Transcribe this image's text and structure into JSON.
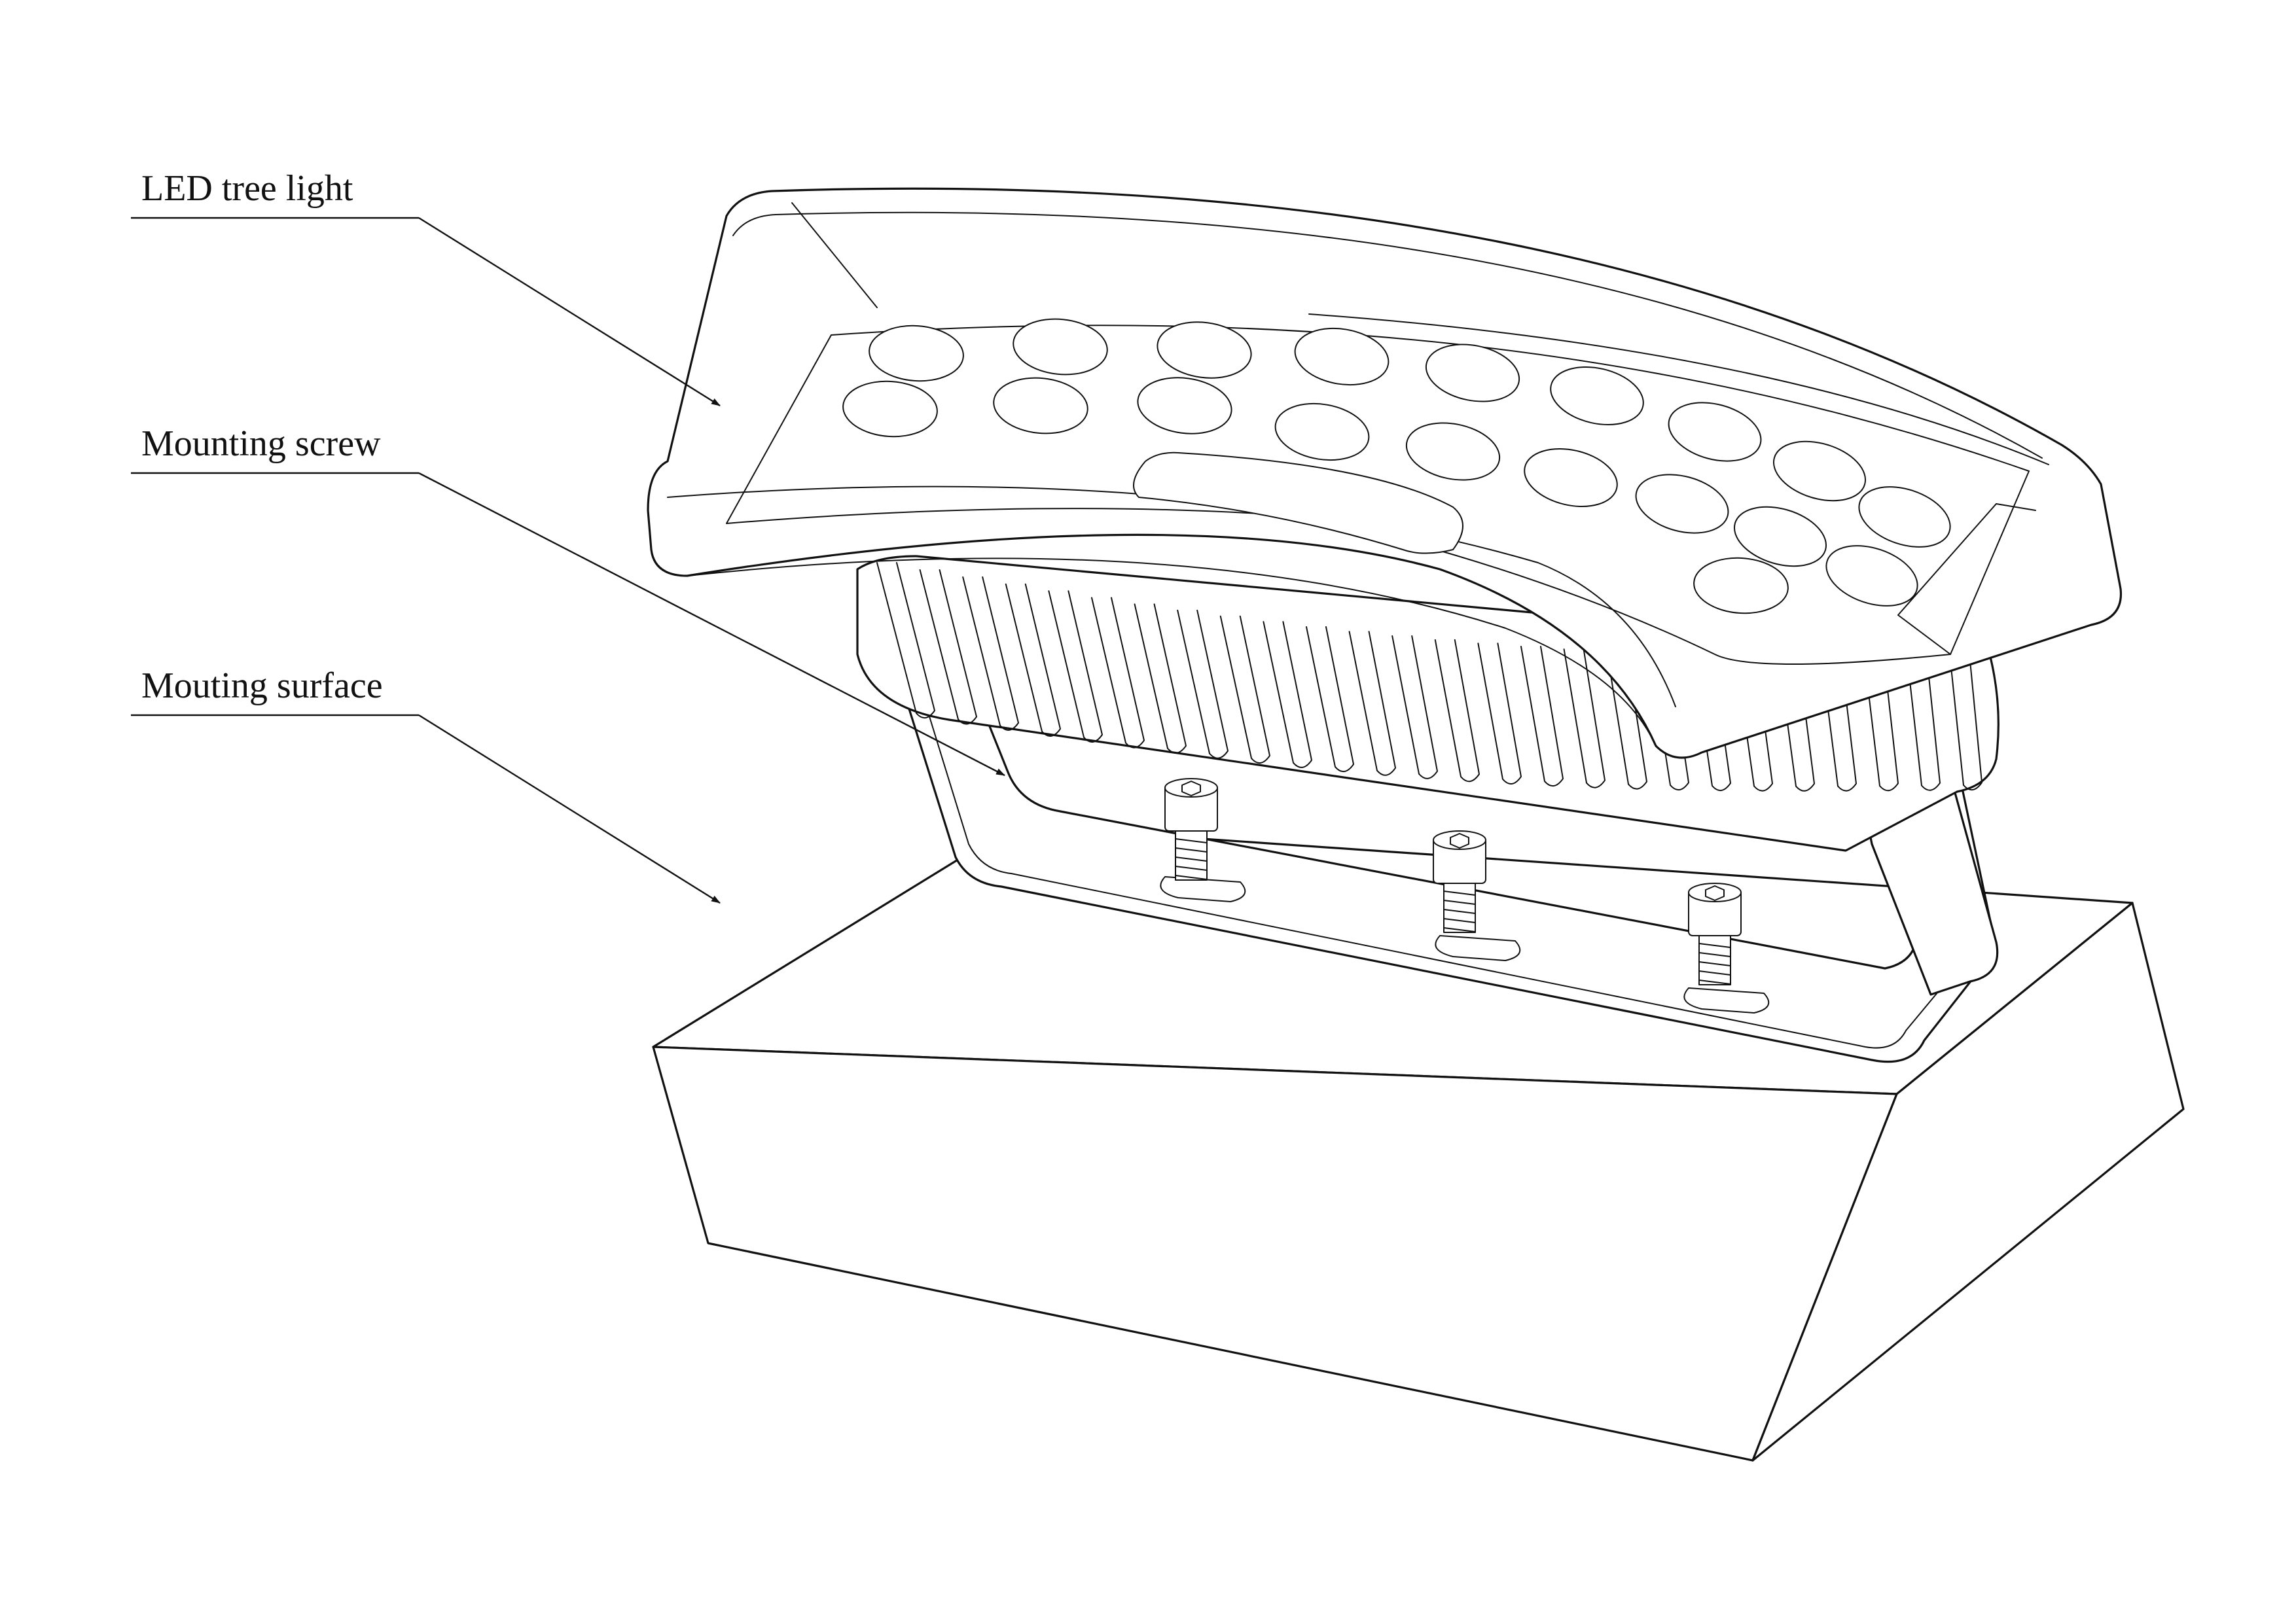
{
  "diagram": {
    "callouts": [
      {
        "id": "led-tree-light",
        "label": "LED tree light"
      },
      {
        "id": "mounting-screw",
        "label": "Mounting screw"
      },
      {
        "id": "mounting-surface",
        "label": "Mouting surface"
      }
    ],
    "line_color": "#111111",
    "background_color": "#ffffff"
  }
}
